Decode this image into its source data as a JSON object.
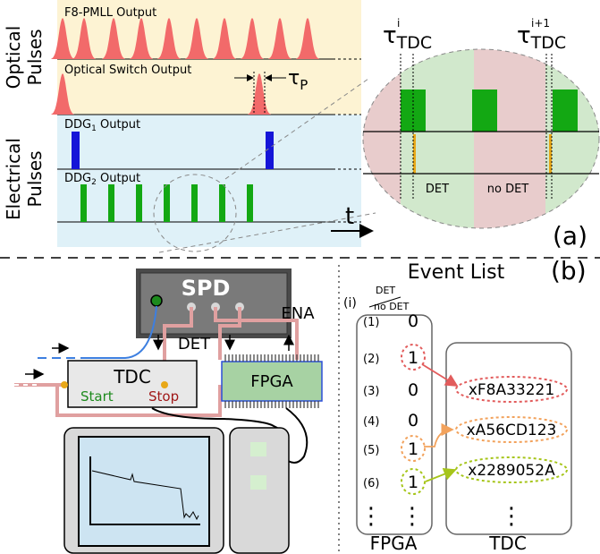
{
  "panel_a": {
    "group_optical": [
      "Optical",
      "Pulses"
    ],
    "group_electrical": [
      "Electrical",
      "Pulses"
    ],
    "trace_labels": {
      "f8": "F8-PMLL Output",
      "switch": "Optical Switch Output",
      "ddg1_main": "DDG",
      "ddg1_sub": "1",
      "ddg1_tail": " Output",
      "ddg2_main": "DDG",
      "ddg2_sub": "2",
      "ddg2_tail": " Output"
    },
    "tau_p": "τ",
    "tau_p_sub": "P",
    "time_label": "t",
    "tdc_i": {
      "main": "τ",
      "sub": "TDC",
      "sup": "i"
    },
    "tdc_i1": {
      "main": "τ",
      "sub": "TDC",
      "sup": "i+1"
    },
    "zoom_det": "DET",
    "zoom_nodet": "no DET",
    "panel_label": "(a)",
    "colors": {
      "optical_bg": "#fdf3d3",
      "electrical_bg": "#dff1f8",
      "pulse_red": "#f26a6a",
      "ddg1_blue": "#1515d8",
      "ddg2_green": "#13a813"
    }
  },
  "panel_b": {
    "panel_label": "(b)",
    "spd_label": "SPD",
    "det_label": "DET",
    "ena_label": "ENA",
    "tdc_box": "TDC",
    "start_label": "Start",
    "stop_label": "Stop",
    "fpga_box": "FPGA",
    "event_list_title": "Event List",
    "index_header": "(i)",
    "header_det": "DET",
    "header_nodet": "no DET",
    "rows": [
      {
        "index": "(1)",
        "value": "0",
        "tdc": ""
      },
      {
        "index": "(2)",
        "value": "1",
        "tdc": "xF8A33221"
      },
      {
        "index": "(3)",
        "value": "0",
        "tdc": ""
      },
      {
        "index": "(4)",
        "value": "0",
        "tdc": ""
      },
      {
        "index": "(5)",
        "value": "1",
        "tdc": "xA56CD123"
      },
      {
        "index": "(6)",
        "value": "1",
        "tdc": "x2289052A"
      }
    ],
    "ellipsis": "⋮",
    "fpga_caption": "FPGA",
    "tdc_caption": "TDC"
  }
}
